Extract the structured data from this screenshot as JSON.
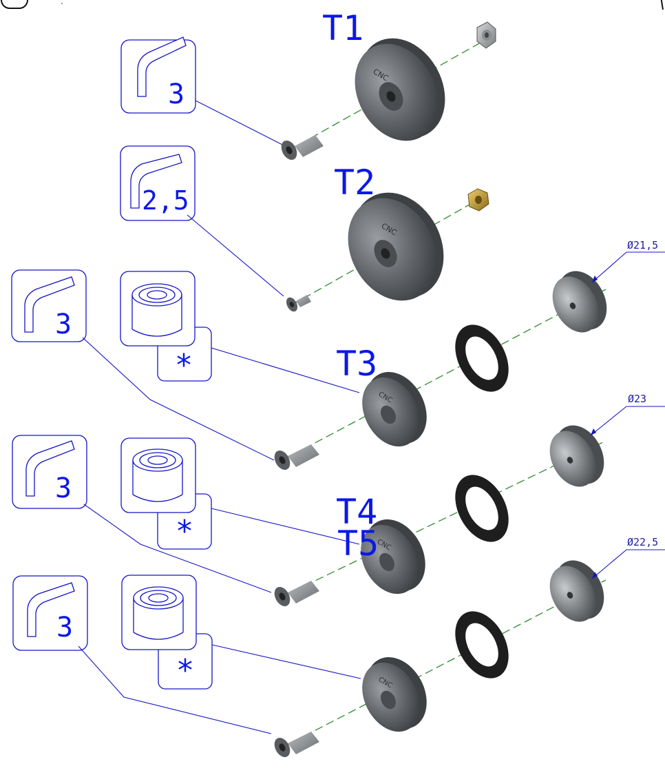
{
  "steps": [
    {
      "label": "T1",
      "tool": "3",
      "has_insert": false,
      "dimension": ""
    },
    {
      "label": "T2",
      "tool": "2,5",
      "has_insert": false,
      "dimension": ""
    },
    {
      "label": "T3",
      "tool": "3",
      "has_insert": true,
      "insert_mark": "*",
      "dimension": "Ø21,5"
    },
    {
      "label": "T4",
      "tool": "3",
      "has_insert": true,
      "insert_mark": "*",
      "dimension": "Ø23"
    },
    {
      "label": "T5",
      "tool": "3",
      "has_insert": true,
      "insert_mark": "*",
      "dimension": "Ø22,5"
    }
  ],
  "colors": {
    "annotation": "#0b18e6",
    "centerline": "#2e8b2e",
    "part_gray": "#6e7276",
    "spacer_dark": "#2a2a2a",
    "brass_nut": "#c9a23a"
  }
}
